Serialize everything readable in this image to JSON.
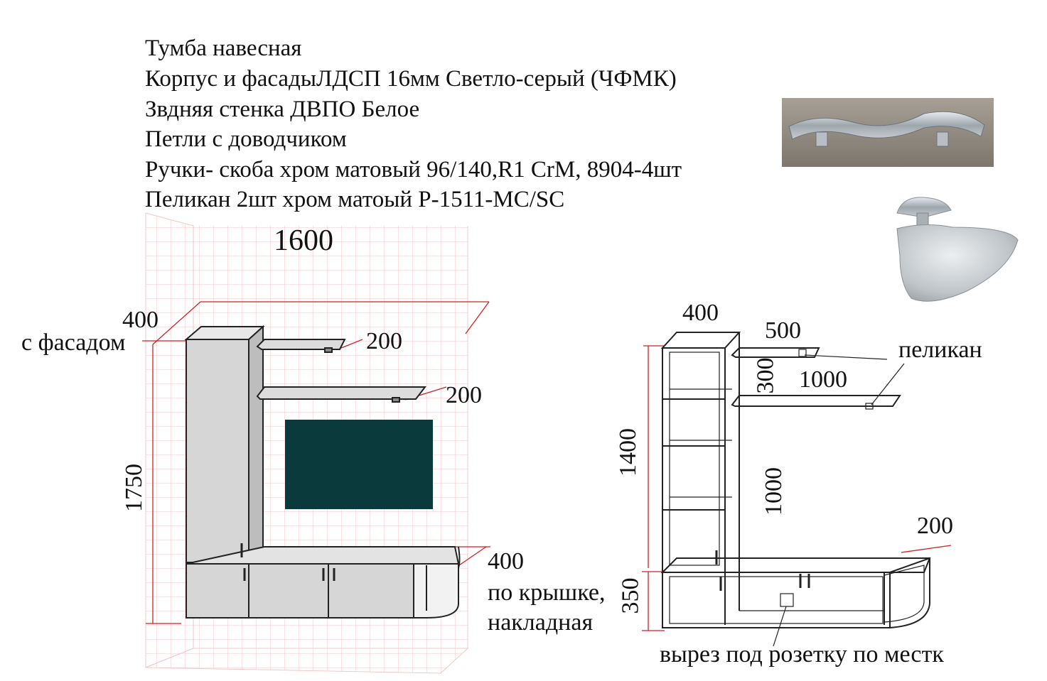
{
  "spec": {
    "lines": [
      "Тумба навесная",
      "Корпус и фасадыЛДСП 16мм Светло-серый (ЧФМК)",
      "Звдняя стенка ДВПО Белое",
      "Петли с доводчиком",
      "Ручки- скоба хром матовый  96/140,R1 CrM, 8904-4шт",
      "Пеликан 2шт хром матоый  P-1511-MC/SC"
    ]
  },
  "left_view": {
    "width": "1600",
    "height": "1750",
    "depth_top": "400",
    "depth_note": "с фасадом",
    "shelf1": "200",
    "shelf2": "200",
    "base_depth": "400",
    "base_note_1": "по крышке,",
    "base_note_2": "накладная"
  },
  "right_view": {
    "tower_width": "400",
    "shelf_top": "500",
    "shelf_gap": "300",
    "shelf_long": "1000",
    "pelican_label": "пеликан",
    "tower_height": "1400",
    "open_height": "1000",
    "base_height": "350",
    "base_depth": "200",
    "cutout_note": "вырез под розетку по местк"
  },
  "colors": {
    "grid": "#f0c8c8",
    "panel": "#d4d4d4",
    "tv": "#0a3a3c",
    "dim_line": "#cc2222"
  },
  "icons": {
    "handle_photo": "chrome-handle-icon",
    "pelican_photo": "pelican-bracket-icon"
  }
}
